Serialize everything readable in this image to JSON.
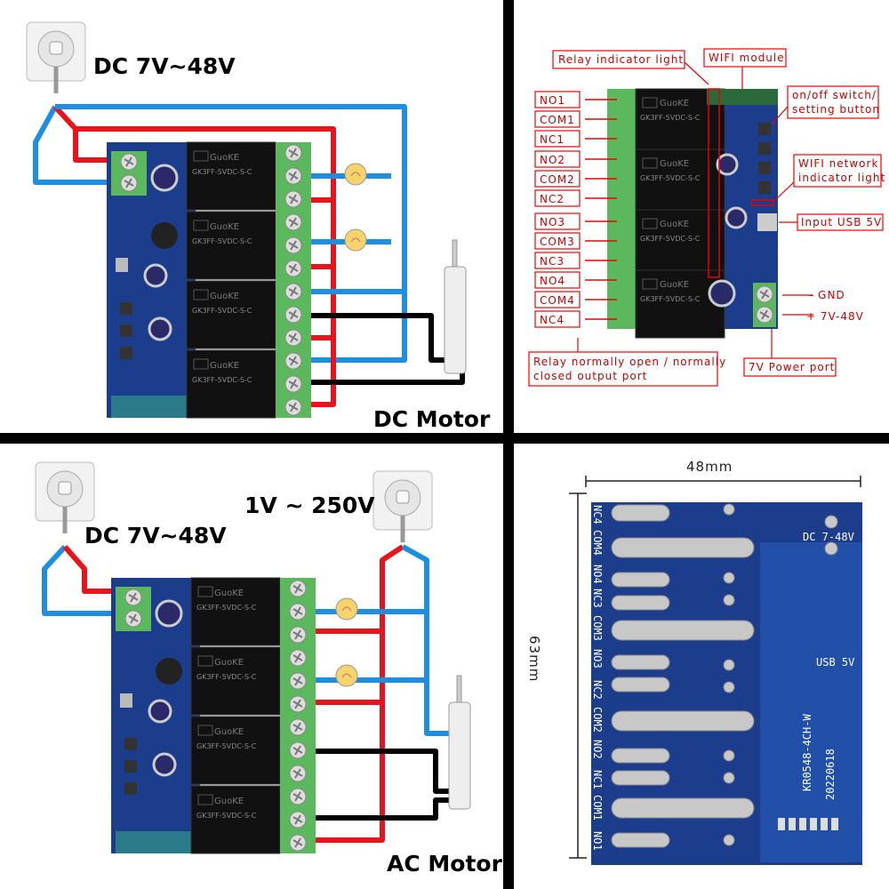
{
  "panel_dc": {
    "supply_label": "DC 7V~48V",
    "motor_label": "DC Motor"
  },
  "panel_labels": {
    "relay_indicator": "Relay indicator light",
    "wifi_module": "WIFI module",
    "switch_line1": "on/off switch/",
    "switch_line2": "setting button",
    "wifi_led_line1": "WIFI network",
    "wifi_led_line2": "indicator light",
    "usb": "Input USB 5V",
    "gnd": "- GND",
    "vin": "+ 7V-48V",
    "output_line1": "Relay normally open / normally",
    "output_line2": "closed output port",
    "power_port": "7V Power port",
    "pins": [
      "NO1",
      "COM1",
      "NC1",
      "NO2",
      "COM2",
      "NC2",
      "NO3",
      "COM3",
      "NC3",
      "NO4",
      "COM4",
      "NC4"
    ],
    "relay_marking": "GK3FF-5VDC-S-C",
    "relay_brand": "GuoKE"
  },
  "panel_ac": {
    "mains_label": "1V ~ 250V",
    "supply_label": "DC 7V~48V",
    "motor_label": "AC Motor"
  },
  "panel_dimensions": {
    "width": "48mm",
    "height": "63mm",
    "back_pins": [
      "NC4",
      "COM4",
      "NO4",
      "NC3",
      "COM3",
      "NO3",
      "NC2",
      "COM2",
      "NO2",
      "NC1",
      "COM1",
      "NO1"
    ],
    "dc_label": "DC 7-48V",
    "usb_label": "USB 5V",
    "model": "KR0548-4CH-W",
    "date": "20220618"
  },
  "colors": {
    "wire_positive": "#e8141b",
    "wire_negative": "#1e8fe0",
    "wire_motor": "#000000",
    "pcb": "#1c3d8c",
    "terminal": "#5cb85c",
    "label_red": "#cc0000"
  }
}
